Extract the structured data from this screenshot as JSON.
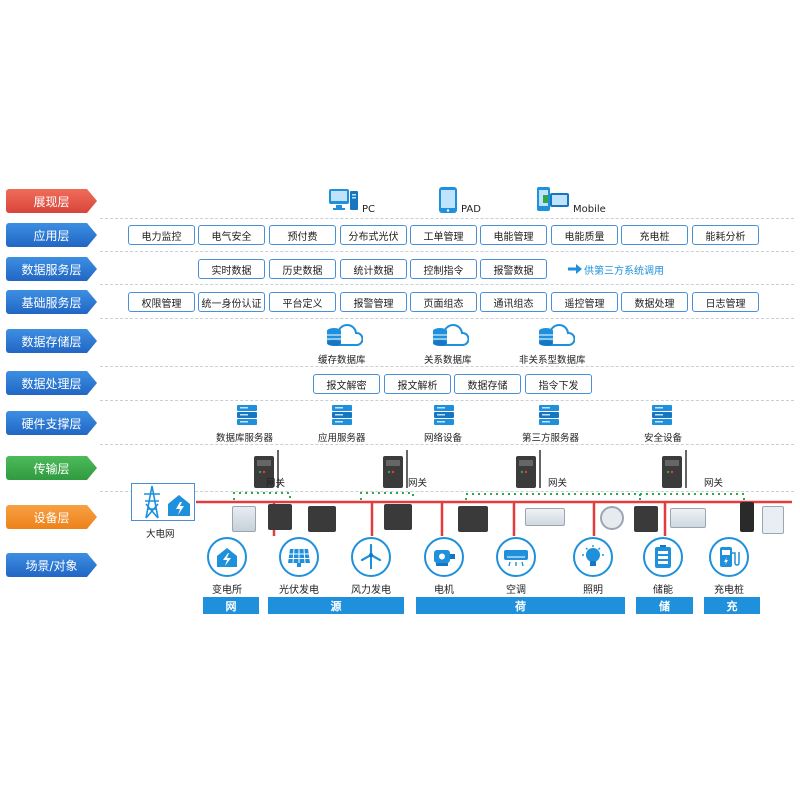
{
  "layers": {
    "presentation": "展现层",
    "application": "应用层",
    "data_service": "数据服务层",
    "base_service": "基础服务层",
    "data_storage": "数据存储层",
    "data_processing": "数据处理层",
    "hardware": "硬件支撑层",
    "transport": "传输层",
    "device": "设备层",
    "scene": "场景/对象"
  },
  "presentation": {
    "pc": "PC",
    "pad": "PAD",
    "mobile": "Mobile"
  },
  "application": [
    "电力监控",
    "电气安全",
    "预付费",
    "分布式光伏",
    "工单管理",
    "电能管理",
    "电能质量",
    "充电桩",
    "能耗分析"
  ],
  "data_service": {
    "items": [
      "实时数据",
      "历史数据",
      "统计数据",
      "控制指令",
      "报警数据"
    ],
    "third_party": "供第三方系统调用"
  },
  "base_service": [
    "权限管理",
    "统一身份认证",
    "平台定义",
    "报警管理",
    "页面组态",
    "通讯组态",
    "遥控管理",
    "数据处理",
    "日志管理"
  ],
  "data_storage": [
    "缓存数据库",
    "关系数据库",
    "非关系型数据库"
  ],
  "data_processing": [
    "报文解密",
    "报文解析",
    "数据存储",
    "指令下发"
  ],
  "hardware": [
    "数据库服务器",
    "应用服务器",
    "网络设备",
    "第三方服务器",
    "安全设备"
  ],
  "transport": {
    "gateway": "网关"
  },
  "device": {
    "grid": "大电网"
  },
  "scene": [
    "变电所",
    "光伏发电",
    "风力发电",
    "电机",
    "空调",
    "照明",
    "储能",
    "充电桩"
  ],
  "categories": [
    "网",
    "源",
    "荷",
    "储",
    "充"
  ],
  "colors": {
    "blue": "#1e90dc",
    "red": "#e33c3c",
    "green": "#2fa84a",
    "orange": "#f08a1c"
  }
}
